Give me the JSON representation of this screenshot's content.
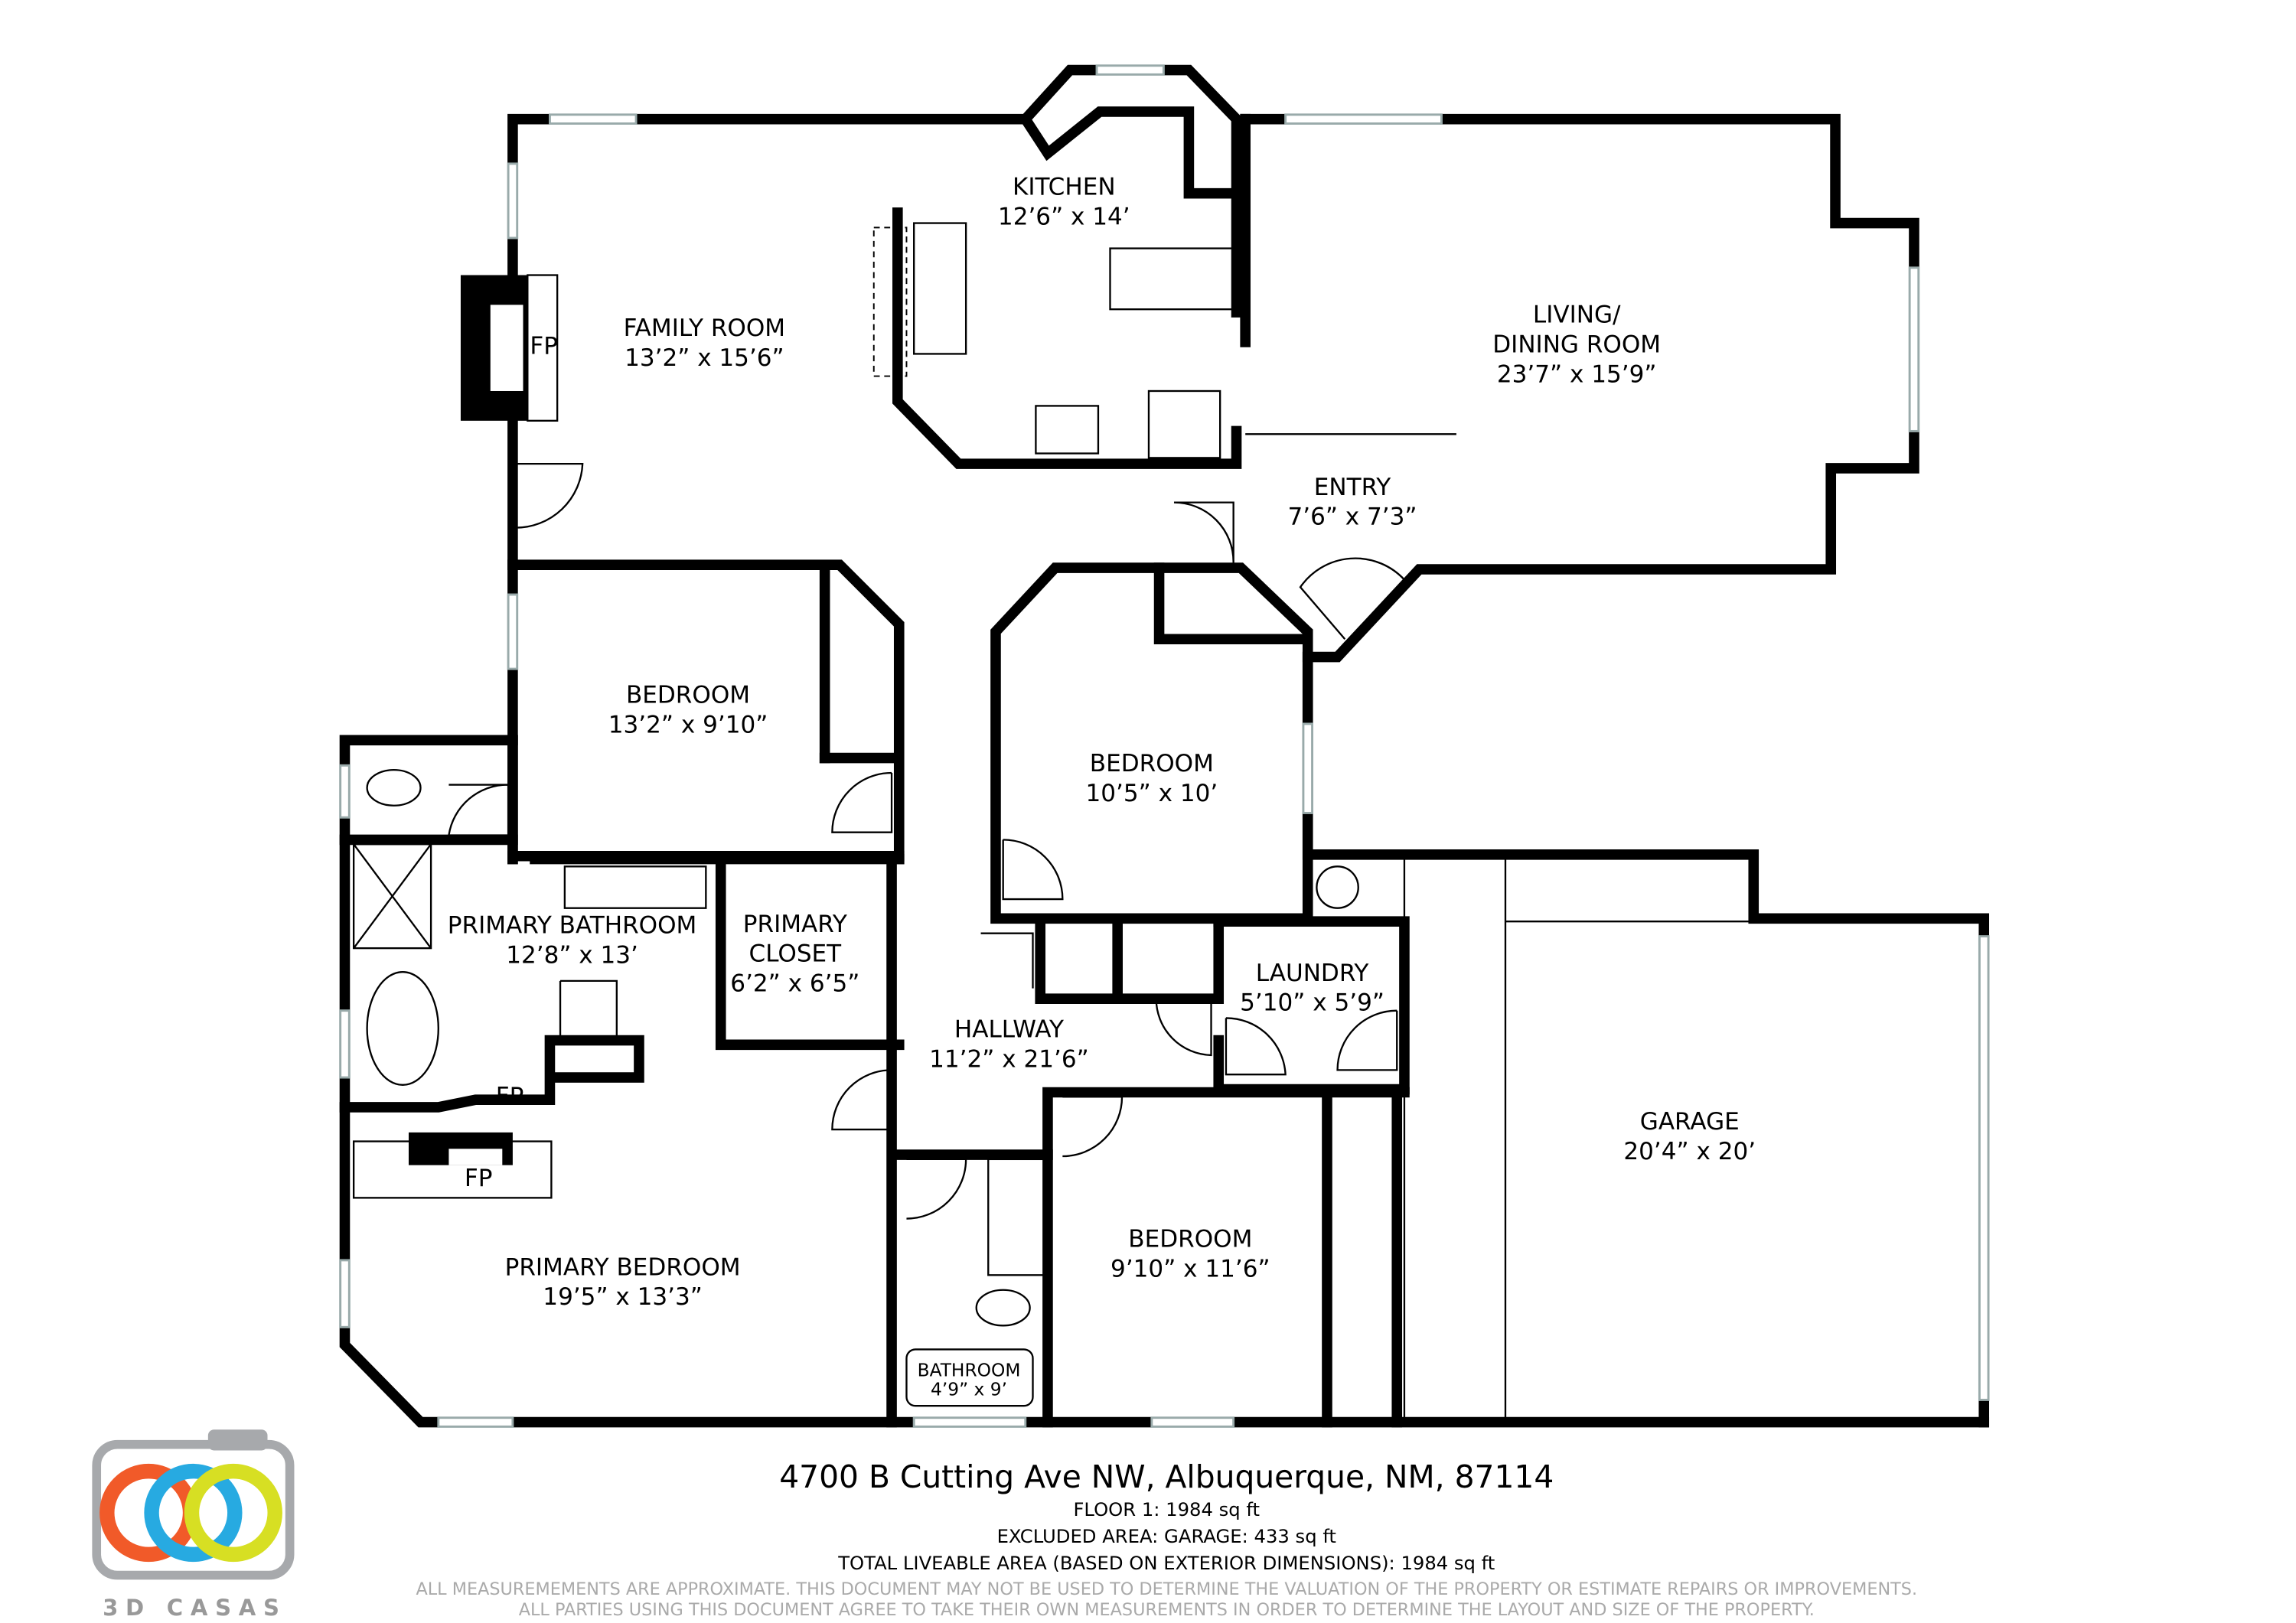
{
  "rooms": [
    {
      "name": "KITCHEN",
      "dims": "12’6” x 14’"
    },
    {
      "name": "FAMILY ROOM",
      "dims": "13’2” x 15’6”"
    },
    {
      "name": "LIVING/",
      "name2": "DINING ROOM",
      "dims": "23’7” x 15’9”"
    },
    {
      "name": "ENTRY",
      "dims": "7’6” x 7’3”"
    },
    {
      "name": "BEDROOM",
      "dims": "13’2” x 9’10”"
    },
    {
      "name": "BEDROOM",
      "dims": "10’5” x 10’"
    },
    {
      "name": "PRIMARY BATHROOM",
      "dims": "12’8” x 13’"
    },
    {
      "name": "PRIMARY",
      "name2": "CLOSET",
      "dims": "6’2” x 6’5”"
    },
    {
      "name": "LAUNDRY",
      "dims": "5’10” x 5’9”"
    },
    {
      "name": "HALLWAY",
      "dims": "11’2” x 21’6”"
    },
    {
      "name": "GARAGE",
      "dims": "20’4” x 20’"
    },
    {
      "name": "PRIMARY BEDROOM",
      "dims": "19’5” x 13’3”"
    },
    {
      "name": "BEDROOM",
      "dims": "9’10” x 11’6”"
    },
    {
      "name": "BATHROOM",
      "dims": "4’9” x 9’"
    }
  ],
  "fireplace_label": "FP",
  "address": "4700 B Cutting Ave NW, Albuquerque, NM, 87114",
  "floor_area": "FLOOR 1: 1984 sq ft",
  "excluded_area": "EXCLUDED AREA: GARAGE: 433 sq ft",
  "total_area": "TOTAL LIVEABLE AREA (BASED ON EXTERIOR DIMENSIONS): 1984 sq ft",
  "disclaimer_1": "ALL MEASUREMEMENTS ARE APPROXIMATE. THIS DOCUMENT MAY NOT BE USED TO DETERMINE THE VALUATION OF THE PROPERTY OR ESTIMATE REPAIRS OR IMPROVEMENTS.",
  "disclaimer_2": "ALL PARTIES USING THIS DOCUMENT AGREE TO TAKE THEIR OWN MEASUREMENTS IN ORDER TO DETERMINE THE LAYOUT AND SIZE OF THE PROPERTY.",
  "logo": {
    "text": "3D CASAS",
    "colors": {
      "frame": "#a7a9ac",
      "ring1": "#f15a29",
      "ring2": "#27aae1",
      "ring3": "#d7df23"
    }
  }
}
